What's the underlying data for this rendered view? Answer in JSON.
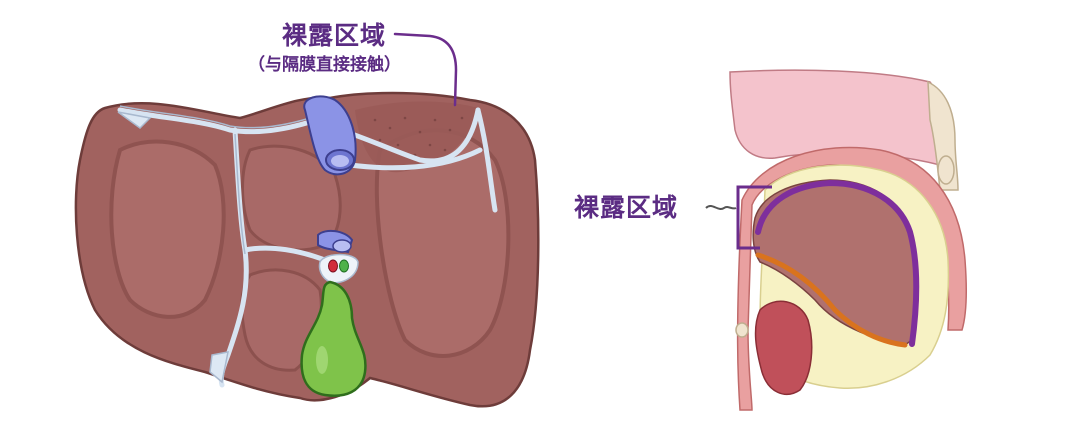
{
  "labels": {
    "liver_view": {
      "title": "裸露区域",
      "subtitle": "（与隔膜直接接触）"
    },
    "section_view": {
      "title": "裸露区域"
    }
  },
  "colors": {
    "label_purple": "#5b2c83",
    "liver": "#a1625f",
    "liver_dark": "#7a4340",
    "ligament": "#d7e4f2",
    "vessel_blue": "#8b93e6",
    "gallbladder": "#7fc34a",
    "diaphragm_pink": "#e9a0a0",
    "bare_area_purple": "#7e2f9c",
    "peritoneum_orange": "#d9731e",
    "cream": "#f7f2c4"
  }
}
